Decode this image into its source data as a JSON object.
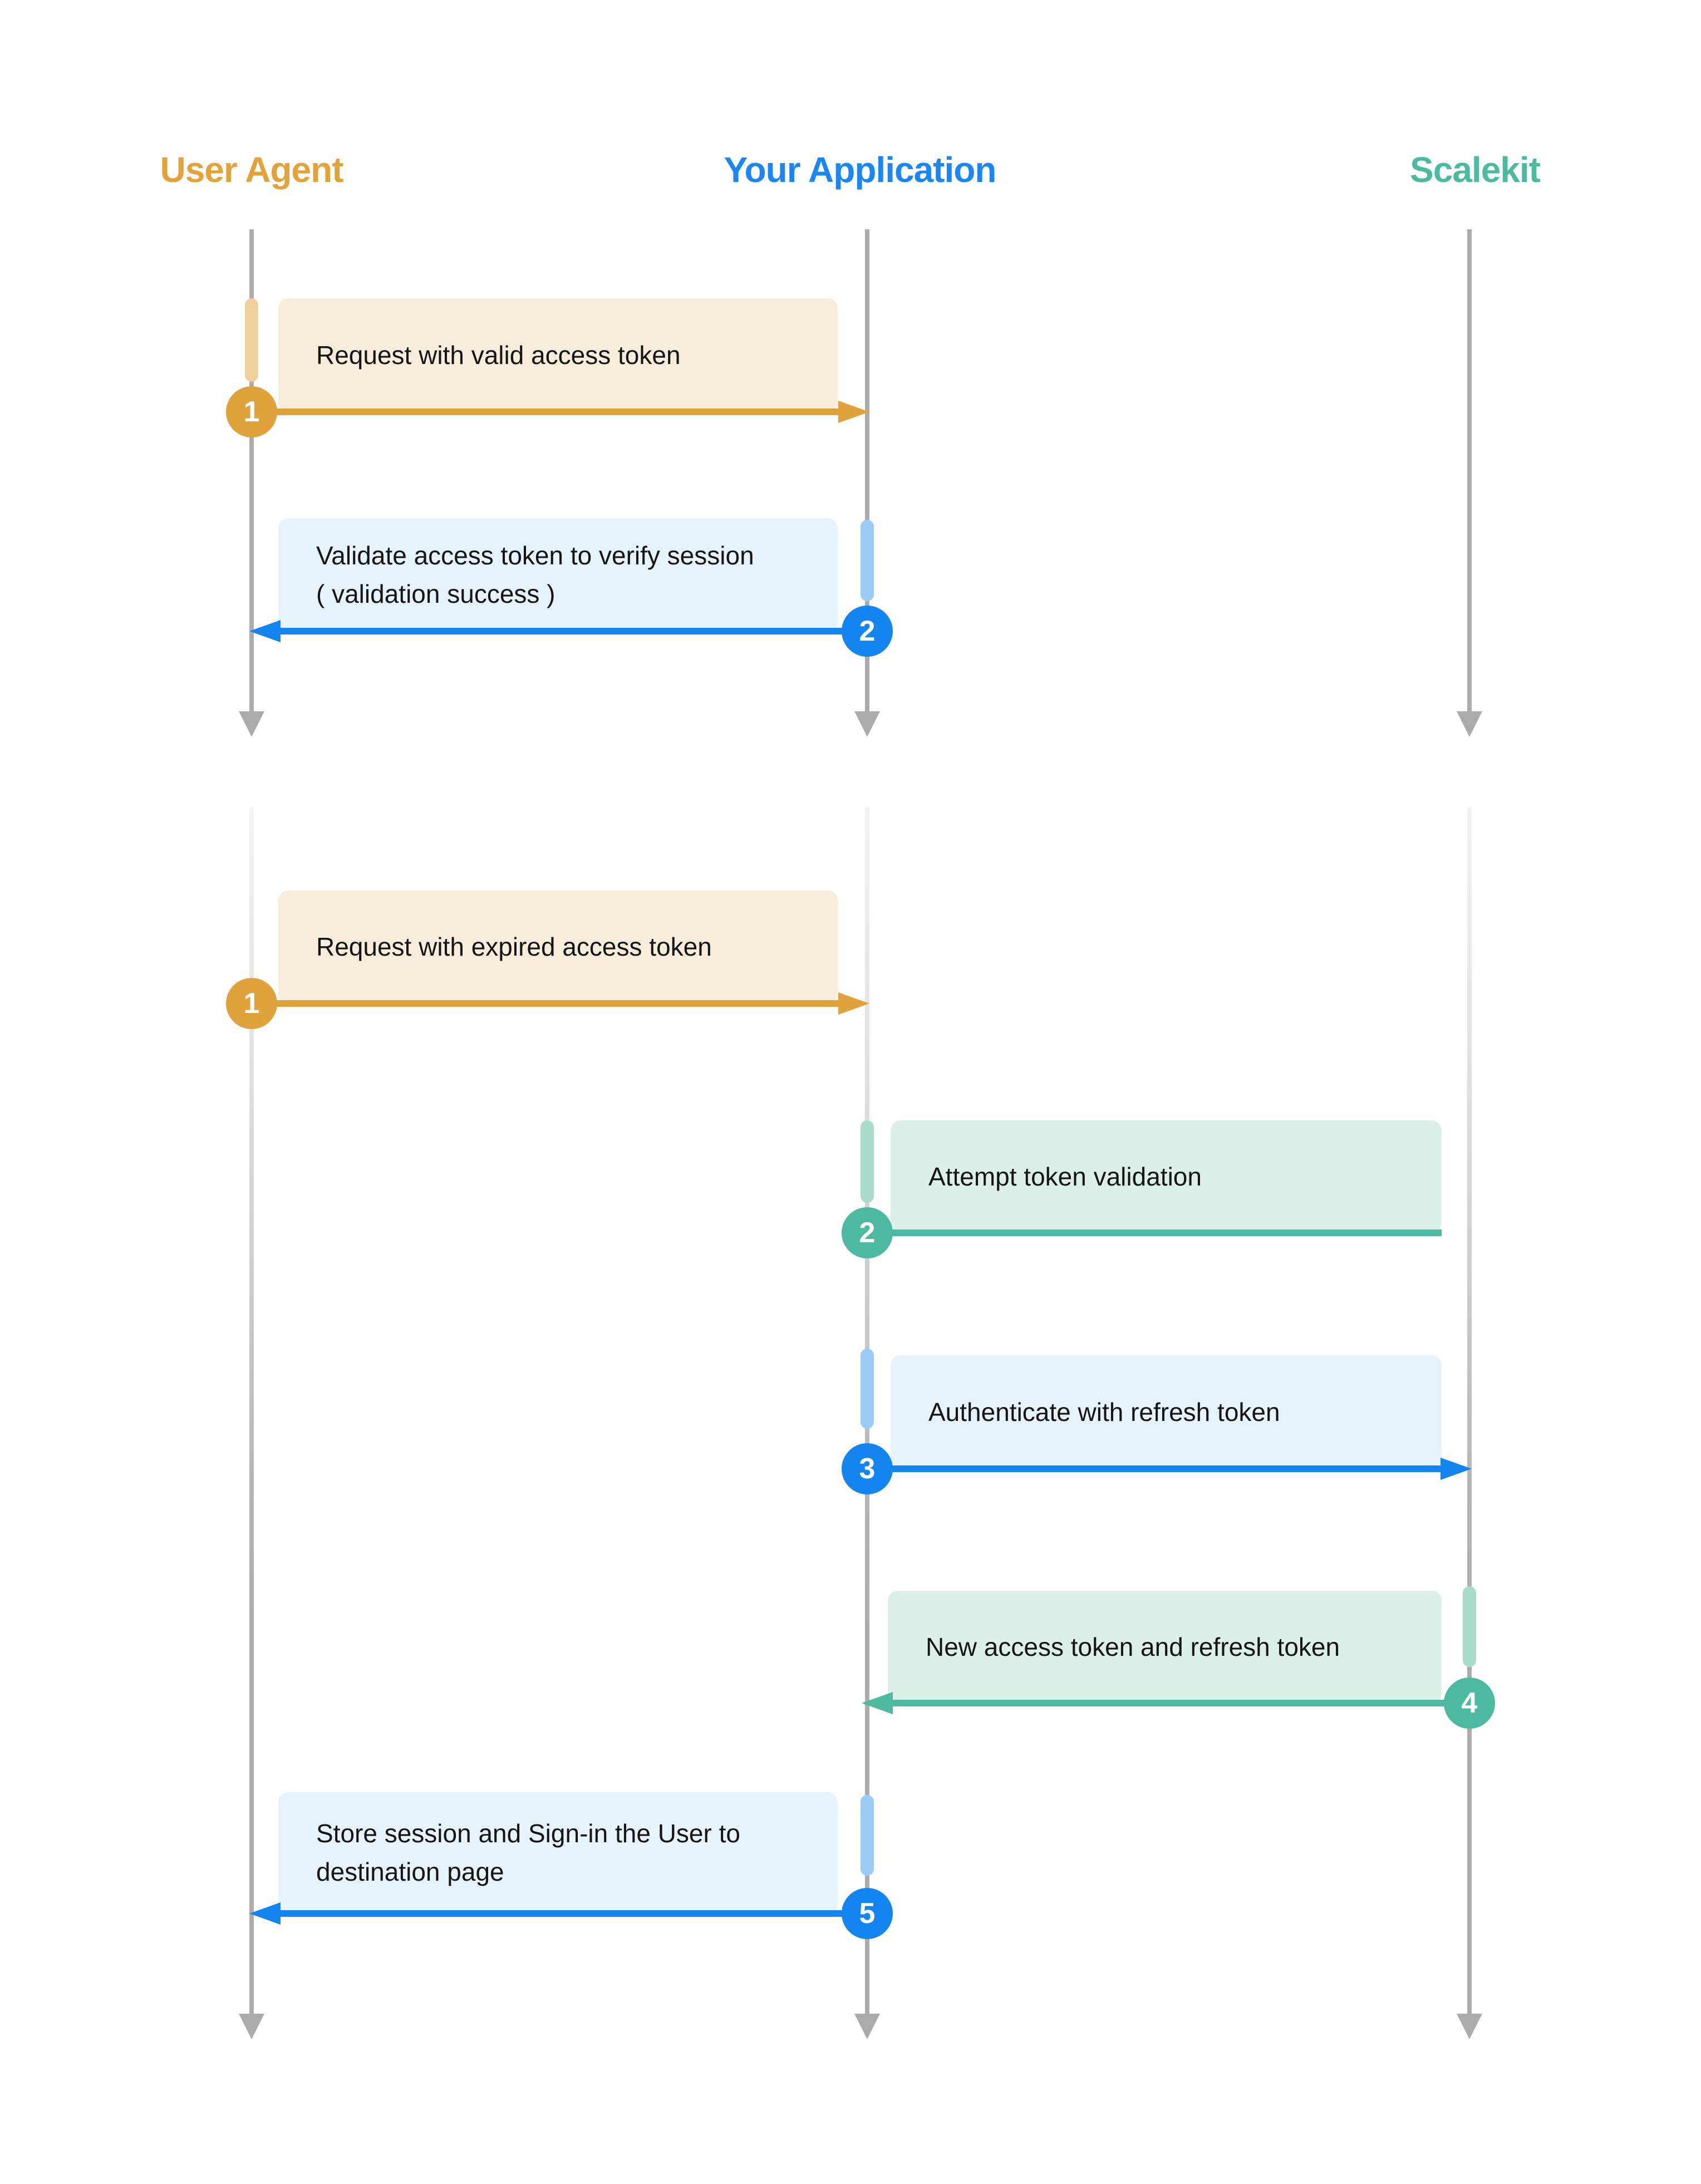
{
  "palette": {
    "header_orange": "#E2A33B",
    "header_blue": "#1C86F5",
    "header_teal": "#4DBAA0",
    "orange": "#E0A23C",
    "orange_light": "#F1D09B",
    "beige_box": "#F8EDDB",
    "blue": "#1485F0",
    "blue_light": "#9BCCF8",
    "blue_box": "#E6F2FC",
    "teal": "#4CB9A0",
    "teal_light": "#AADCCB",
    "teal_box": "#DCF0E9",
    "lifeline_gray": "#ABABAB",
    "text": "#151515"
  },
  "actors": [
    {
      "id": "user-agent",
      "label": "User Agent"
    },
    {
      "id": "your-application",
      "label": "Your Application"
    },
    {
      "id": "scalekit",
      "label": "Scalekit"
    }
  ],
  "flows": [
    {
      "name": "valid-access-token-flow",
      "steps": [
        {
          "num": "1",
          "from": "User Agent",
          "to": "Your Application",
          "lines": [
            "Request with valid access token"
          ]
        },
        {
          "num": "2",
          "from": "Your Application",
          "to": "User Agent",
          "lines": [
            "Validate access token to verify session",
            "( validation success )"
          ]
        }
      ]
    },
    {
      "name": "expired-access-token-flow",
      "steps": [
        {
          "num": "1",
          "from": "User Agent",
          "to": "Your Application",
          "lines": [
            "Request with expired access token"
          ]
        },
        {
          "num": "2",
          "from": "Your Application",
          "to": "Your Application",
          "lines": [
            "Attempt token validation"
          ]
        },
        {
          "num": "3",
          "from": "Your Application",
          "to": "Scalekit",
          "lines": [
            "Authenticate with refresh token"
          ]
        },
        {
          "num": "4",
          "from": "Scalekit",
          "to": "Your Application",
          "lines": [
            "New access token and refresh token"
          ]
        },
        {
          "num": "5",
          "from": "Your Application",
          "to": "User Agent",
          "lines": [
            "Store session and Sign-in the User to",
            "destination page"
          ]
        }
      ]
    }
  ]
}
